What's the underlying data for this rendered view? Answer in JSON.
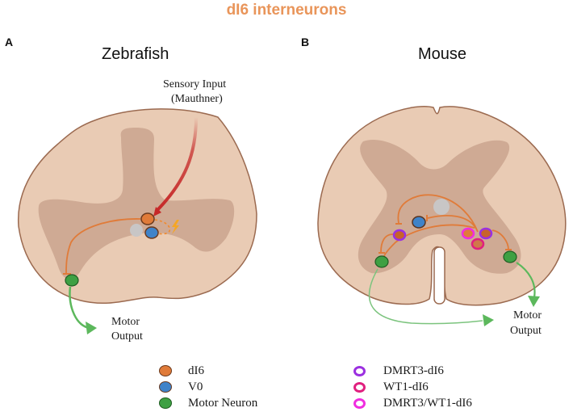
{
  "title": "dI6 interneurons",
  "panels": {
    "a": {
      "letter": "A",
      "title": "Zebrafish",
      "sensory_label_line1": "Sensory Input",
      "sensory_label_line2": "(Mauthner)",
      "motor_label_line1": "Motor",
      "motor_label_line2": "Output"
    },
    "b": {
      "letter": "B",
      "title": "Mouse",
      "motor_label_line1": "Motor",
      "motor_label_line2": "Output"
    }
  },
  "legend_left": [
    {
      "label": "dI6",
      "color": "#e07b39"
    },
    {
      "label": "V0",
      "color": "#3f83c9"
    },
    {
      "label": "Motor Neuron",
      "color": "#3ea043"
    }
  ],
  "legend_right": [
    {
      "label": "DMRT3-dI6",
      "color": "#9b30e0"
    },
    {
      "label": "WT1-dI6",
      "color": "#e0207f"
    },
    {
      "label": "DMRT3/WT1-dI6",
      "color": "#f02de0"
    }
  ],
  "colors": {
    "title": "#e9955a",
    "white_matter": "#e9cbb4",
    "grey_matter": "#cfaa94",
    "outline": "#9b6a50",
    "inhibitory": "#e07b39",
    "sensory": "#c62828",
    "motor_arrow": "#5cb85c"
  }
}
